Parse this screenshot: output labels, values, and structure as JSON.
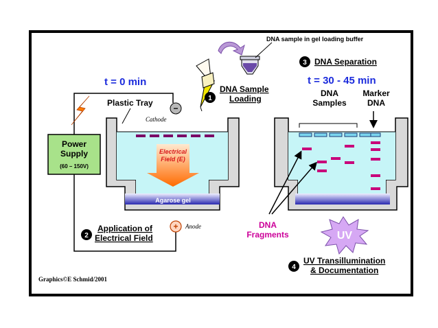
{
  "colors": {
    "frame": "#000000",
    "tank_gray": "#d9d9d9",
    "buffer": "#c6f5f7",
    "gel_top": "#e6e6ff",
    "gel_bottom": "#2a2ab0",
    "band": "#c8007a",
    "well": "#2b1a7a",
    "time_blue": "#1b2bdc",
    "field_red": "#d81818",
    "fragments_magenta": "#cc0099",
    "power_green": "#a8e28a",
    "uv_star": "#d6a8f4",
    "arrow_orange": "#ff6a00",
    "lightning": "#ff7a00",
    "pipette_yellow": "#f2e600",
    "hand_purple": "#b998d6",
    "marker_cyan": "#7ad6ee"
  },
  "left": {
    "time_label": "t = 0 min",
    "tray_label": "Plastic Tray",
    "cathode_symbol": "−",
    "cathode_label": "Cathode",
    "field_label_line1": "Electrical",
    "field_label_line2": "Field (E)",
    "gel_label": "Agarose gel",
    "anode_symbol": "+",
    "anode_label": "Anode",
    "power_line1": "Power",
    "power_line2": "Supply",
    "power_line3": "(60 – 150V)"
  },
  "steps": [
    {
      "num": "1",
      "line1": "DNA Sample",
      "line2": "Loading"
    },
    {
      "num": "2",
      "line1": "Application of",
      "line2": "Electrical Field"
    },
    {
      "num": "3",
      "line1": "DNA Separation",
      "line2": ""
    },
    {
      "num": "4",
      "line1": "UV Transillumination",
      "line2": "& Documentation"
    }
  ],
  "sample_label": "DNA sample in gel loading buffer",
  "right": {
    "time_label": "t = 30 - 45 min",
    "samples_line1": "DNA",
    "samples_line2": "Samples",
    "marker_line1": "Marker",
    "marker_line2": "DNA",
    "fragments_line1": "DNA",
    "fragments_line2": "Fragments",
    "uv_label": "UV"
  },
  "credit": "Graphics©E Schmid/2001"
}
